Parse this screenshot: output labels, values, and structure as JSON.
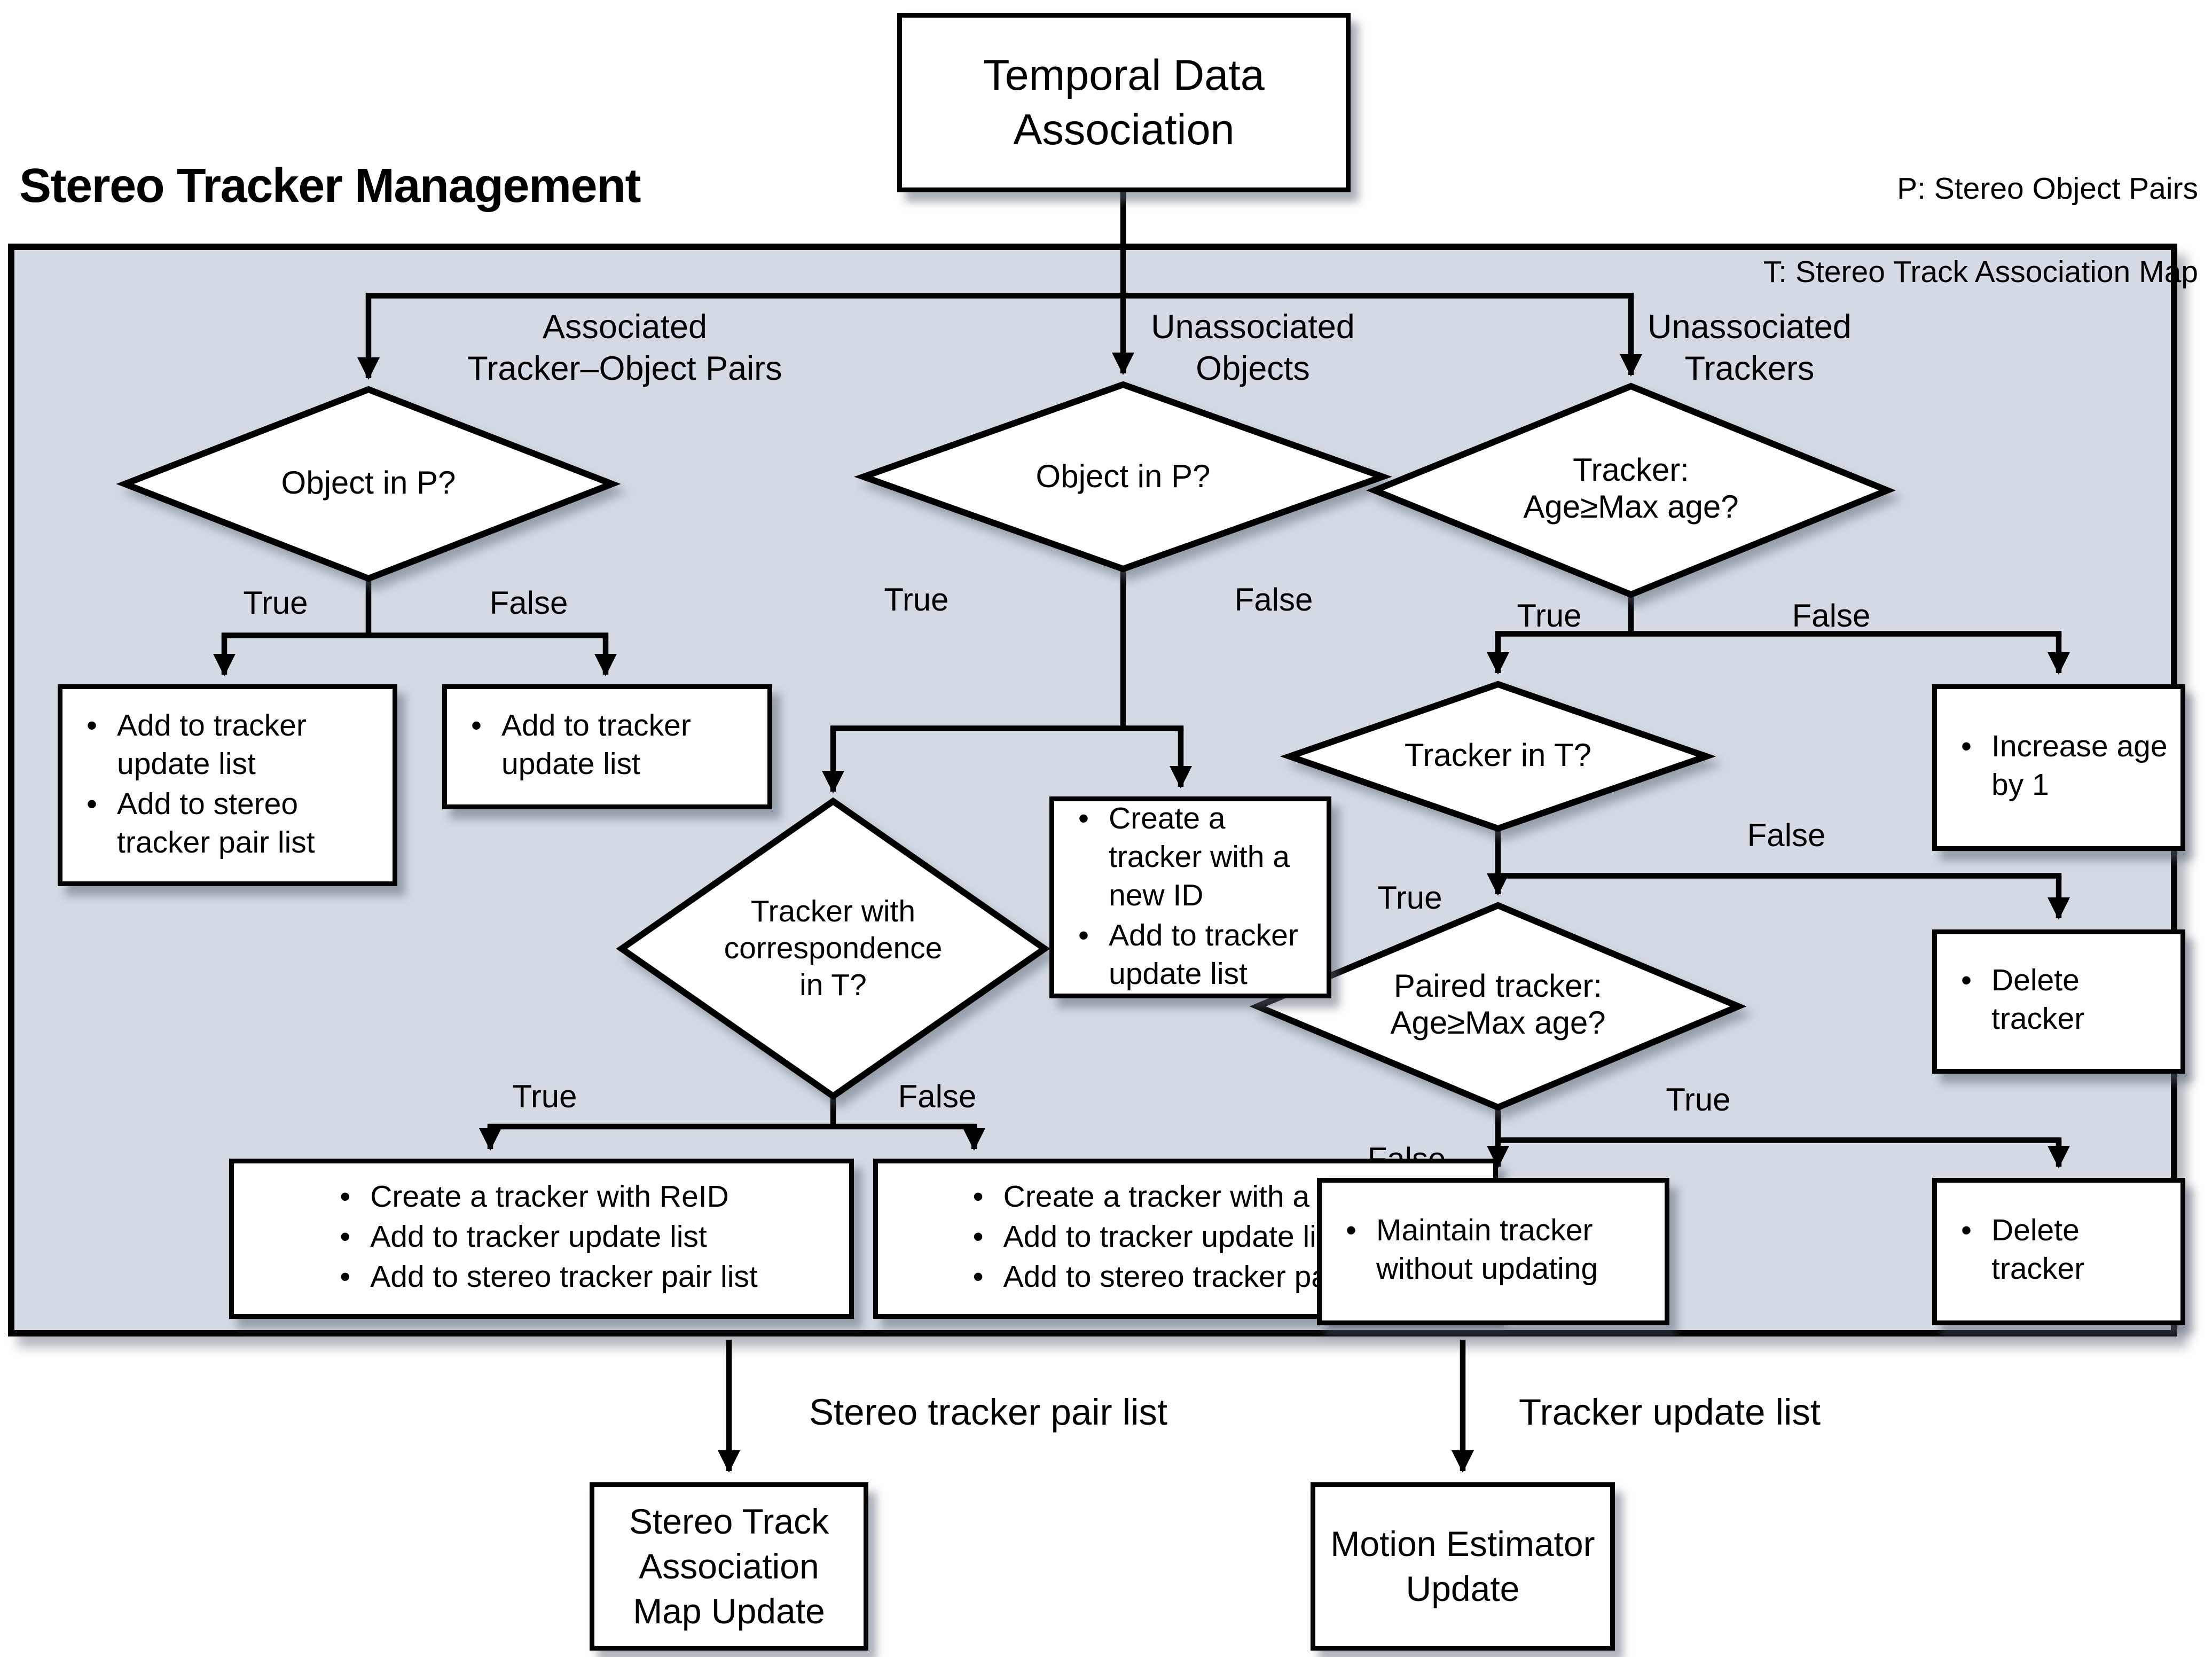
{
  "diagram_title": "Stereo Tracker Management",
  "legend": {
    "p": "P: Stereo Object Pairs",
    "t": "T: Stereo Track Association Map"
  },
  "top": {
    "temporal_box": "Temporal Data\nAssociation"
  },
  "branch_labels": {
    "associated": "Associated\nTracker–Object Pairs",
    "unassociated_objects": "Unassociated\nObjects",
    "unassociated_trackers": "Unassociated\nTrackers"
  },
  "decisions": {
    "d1": {
      "label": "Object in P?",
      "true_label": "True",
      "false_label": "False"
    },
    "d2": {
      "label": "Object in P?",
      "true_label": "True",
      "false_label": "False"
    },
    "d3": {
      "label": "Tracker:\nAge≥Max age?",
      "true_label": "True",
      "false_label": "False"
    },
    "d4": {
      "label": "Tracker with\ncorrespondence\nin T?",
      "true_label": "True",
      "false_label": "False"
    },
    "d5": {
      "label": "Tracker in T?",
      "true_label": "True",
      "false_label": "False"
    },
    "d6": {
      "label": "Paired tracker:\nAge≥Max age?",
      "true_label": "True",
      "false_label": "False"
    }
  },
  "actions": {
    "assoc_true": [
      "Add to tracker update list",
      "Add to stereo tracker pair list"
    ],
    "assoc_false": [
      "Add to tracker update list"
    ],
    "obj_false": [
      "Create a tracker with a new ID",
      "Add to tracker update list"
    ],
    "d4_true": [
      "Create a tracker with ReID",
      "Add to tracker update list",
      "Add to stereo tracker pair list"
    ],
    "d4_false": [
      "Create a tracker with a new ID",
      "Add to tracker update list",
      "Add to stereo tracker pair list"
    ],
    "d3_false": [
      "Increase age by 1"
    ],
    "d5_false": [
      "Delete tracker"
    ],
    "d6_false": [
      "Maintain tracker without updating"
    ],
    "d6_true": [
      "Delete tracker"
    ]
  },
  "outputs": {
    "stereo_pair_list_label": "Stereo tracker pair list",
    "tracker_update_list_label": "Tracker update list",
    "map_update_box": "Stereo Track\nAssociation\nMap Update",
    "motion_box": "Motion Estimator\nUpdate"
  }
}
